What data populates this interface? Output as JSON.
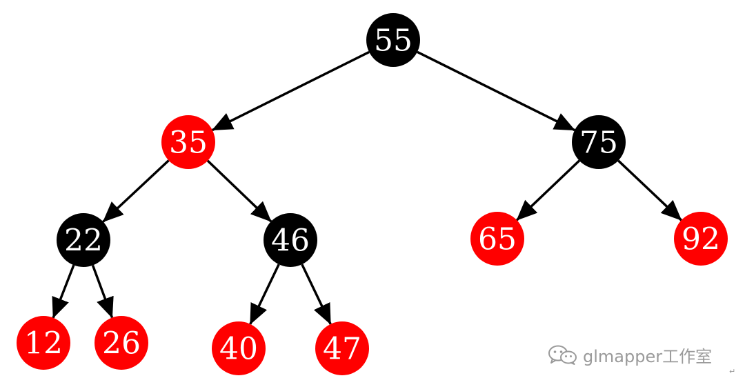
{
  "colors": {
    "black_node": "#000000",
    "red_node": "#ff0000",
    "edge": "#000000",
    "label": "#ffffff",
    "watermark": "#9a9a9a"
  },
  "tree": {
    "nodes": [
      {
        "id": "55",
        "label": "55",
        "color": "black"
      },
      {
        "id": "35",
        "label": "35",
        "color": "red"
      },
      {
        "id": "75",
        "label": "75",
        "color": "black"
      },
      {
        "id": "22",
        "label": "22",
        "color": "black"
      },
      {
        "id": "46",
        "label": "46",
        "color": "black"
      },
      {
        "id": "65",
        "label": "65",
        "color": "red"
      },
      {
        "id": "92",
        "label": "92",
        "color": "red"
      },
      {
        "id": "12",
        "label": "12",
        "color": "red"
      },
      {
        "id": "26",
        "label": "26",
        "color": "red"
      },
      {
        "id": "40",
        "label": "40",
        "color": "red"
      },
      {
        "id": "47",
        "label": "47",
        "color": "red"
      }
    ],
    "edges": [
      {
        "from": "55",
        "to": "35"
      },
      {
        "from": "55",
        "to": "75"
      },
      {
        "from": "35",
        "to": "22"
      },
      {
        "from": "35",
        "to": "46"
      },
      {
        "from": "75",
        "to": "65"
      },
      {
        "from": "75",
        "to": "92"
      },
      {
        "from": "22",
        "to": "12"
      },
      {
        "from": "22",
        "to": "26"
      },
      {
        "from": "46",
        "to": "40"
      },
      {
        "from": "46",
        "to": "47"
      }
    ]
  },
  "watermark": {
    "text": "glmapper工作室",
    "icon": "wechat-icon"
  },
  "return_mark": "↵"
}
